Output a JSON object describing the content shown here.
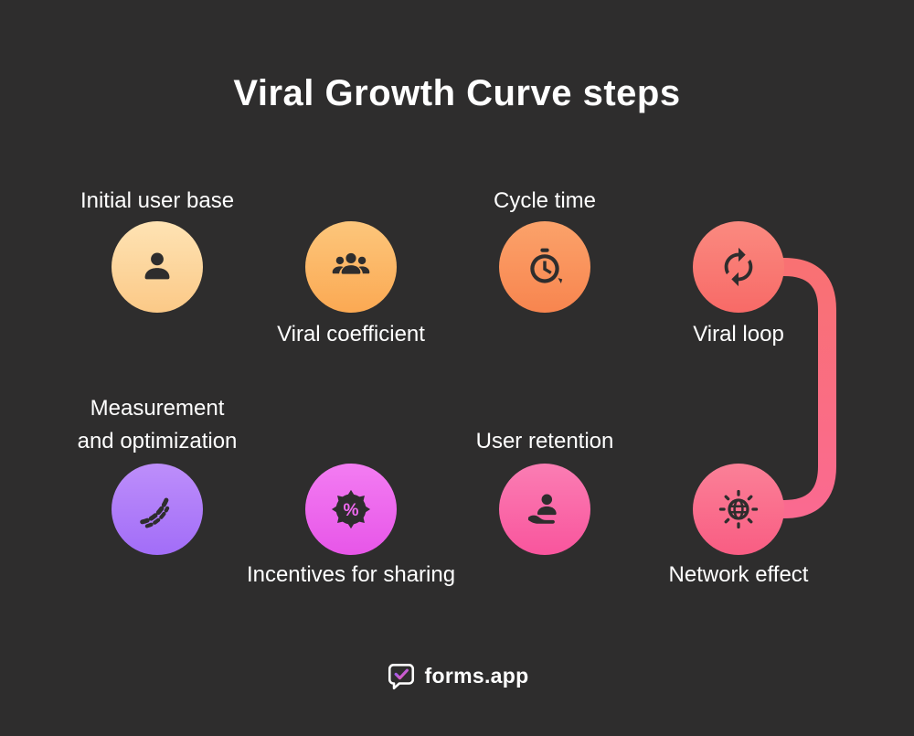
{
  "title": "Viral Growth Curve steps",
  "steps": [
    {
      "label": "Initial user base",
      "icon": "user-icon",
      "circle_color": "#fbcf8e"
    },
    {
      "label": "Viral coefficient",
      "icon": "users-group-icon",
      "circle_color": "#fbb459"
    },
    {
      "label": "Cycle time",
      "icon": "stopwatch-cycle-icon",
      "circle_color": "#f99057"
    },
    {
      "label": "Viral loop",
      "icon": "sync-loop-icon",
      "circle_color": "#f97170"
    },
    {
      "label": "Measurement\nand optimization",
      "icon": "growth-curve-icon",
      "circle_color": "#ad76f9"
    },
    {
      "label": "Incentives for sharing",
      "icon": "discount-badge-icon",
      "circle_color": "#ee68ee"
    },
    {
      "label": "User retention",
      "icon": "user-hand-icon",
      "circle_color": "#fa67a6"
    },
    {
      "label": "Network effect",
      "icon": "globe-network-icon",
      "circle_color": "#fa6b8e"
    }
  ],
  "connector": {
    "top_gradient": [
      "#fed9a3",
      "#fbb55c",
      "#fa8a5e",
      "#f97173"
    ],
    "right_gradient": [
      "#f97173",
      "#fa6a90"
    ],
    "bottom_gradient": [
      "#aa77f9",
      "#e968ee",
      "#fa66a5",
      "#fa6a90"
    ]
  },
  "colors": {
    "background": "#2e2d2d",
    "text": "#ffffff",
    "icon": "#2e2d2d"
  },
  "footer": {
    "brand_name": "forms",
    "brand_suffix": ".app"
  }
}
